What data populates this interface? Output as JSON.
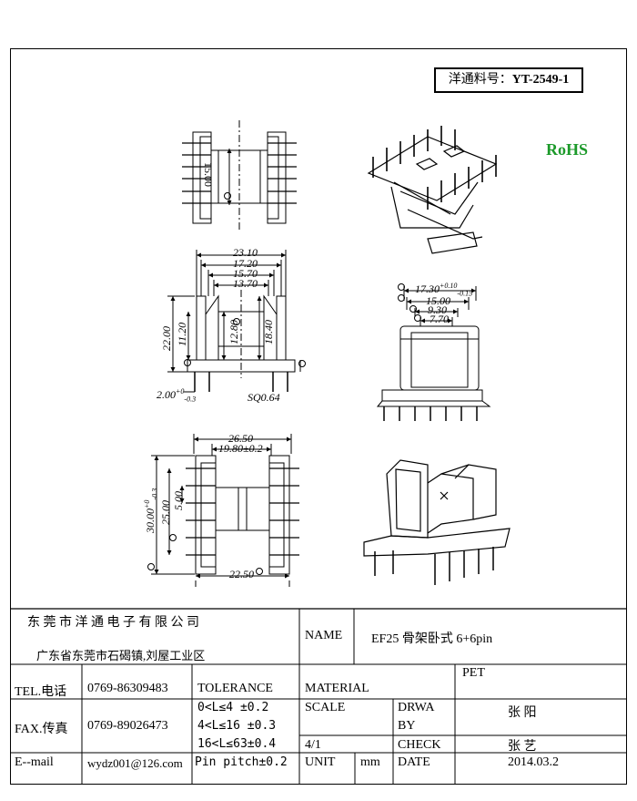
{
  "header": {
    "part_label": "洋通料号：",
    "part_number": "YT-2549-1",
    "rohs": "RoHS"
  },
  "dimensions": {
    "top_view": [
      "15.00"
    ],
    "front_view": [
      "23.10",
      "17.20",
      "15.70",
      "13.70",
      "22.00",
      "11.20",
      "12.80",
      "18.40",
      "2.00",
      "+0",
      "-0.3",
      "SQ0.64"
    ],
    "bottom_view": [
      "26.50",
      "19.80±0.2",
      "30.00",
      "+0",
      "-0.3",
      "25.00",
      "5.00",
      "22.50"
    ],
    "side_view": [
      "17.30",
      "+0.10",
      "-0.15",
      "15.00",
      "9.30",
      "7.70"
    ]
  },
  "title_block": {
    "company": "东 莞 市 洋 通 电 子 有 限 公 司",
    "address": "广东省东莞市石碣镇,刘屋工业区",
    "name_label": "NAME",
    "name_value": "EF25 骨架卧式 6+6pin",
    "tel_label": "TEL.电话",
    "tel_value": "0769-86309483",
    "tolerance_label": "TOLERANCE",
    "material_label": "MATERIAL",
    "material_value": "PET",
    "fax_label": "FAX.传真",
    "fax_value": "0769-89026473",
    "tol_1": "0<L≤4  ±0.2",
    "tol_2": "4<L≤16 ±0.3",
    "tol_3": "16<L≤63±0.4",
    "tol_4": "Pin pitch±0.2",
    "scale_label": "SCALE",
    "scale_value": "4/1",
    "drawn_label_1": "DRWA",
    "drawn_label_2": "BY",
    "drawn_value": "张 阳",
    "check_label": "CHECK",
    "check_value": "张 艺",
    "email_label": "E--mail",
    "email_value": "wydz001@126.com",
    "unit_label": "UNIT",
    "unit_value": "mm",
    "date_label": "DATE",
    "date_value": "2014.03.2"
  }
}
